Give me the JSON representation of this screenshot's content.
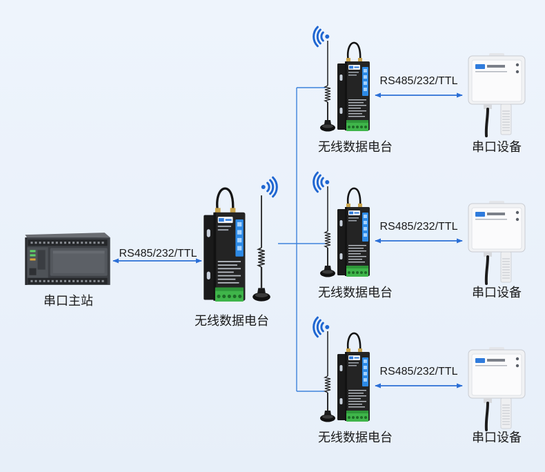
{
  "colors": {
    "background": "#edf3fc",
    "link": "#2b6fd6",
    "tree_line": "#3d82db",
    "signal": "#1f66d1",
    "text": "#1a1a1a"
  },
  "icons": {
    "master": "plc-icon",
    "radio": "wireless-radio-icon",
    "antenna": "antenna-icon",
    "signal": "wifi-signal-icon",
    "device": "sensor-icon"
  },
  "master": {
    "label": "串口主站"
  },
  "master_link": {
    "label": "RS485/232/TTL"
  },
  "hub_radio": {
    "label": "无线数据电台"
  },
  "branches": [
    {
      "radio": {
        "label": "无线数据电台"
      },
      "link": {
        "label": "RS485/232/TTL"
      },
      "device": {
        "label": "串口设备"
      }
    },
    {
      "radio": {
        "label": "无线数据电台"
      },
      "link": {
        "label": "RS485/232/TTL"
      },
      "device": {
        "label": "串口设备"
      }
    },
    {
      "radio": {
        "label": "无线数据电台"
      },
      "link": {
        "label": "RS485/232/TTL"
      },
      "device": {
        "label": "串口设备"
      }
    }
  ]
}
